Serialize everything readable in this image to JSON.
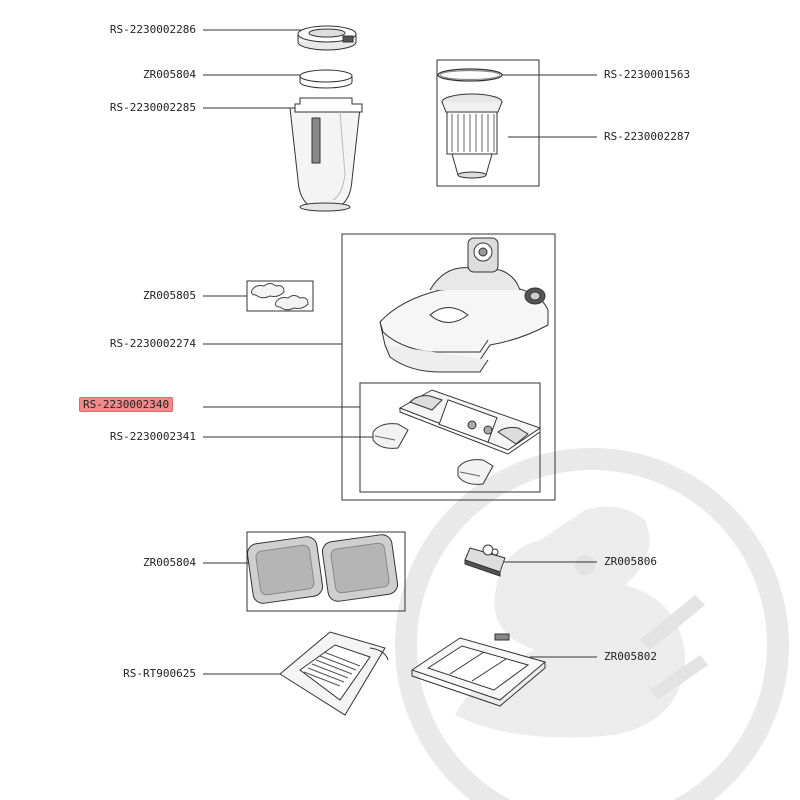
{
  "diagram": {
    "watermark_color": "#e7e7e7",
    "line_color": "#333333",
    "highlight_color": "#f28a8a",
    "labels": {
      "l1": "RS-2230002286",
      "l2": "ZR005804",
      "l3": "RS-2230002285",
      "l4": "ZR005805",
      "l5": "RS-2230002274",
      "l6": "RS-2230002340",
      "l7": "RS-2230002341",
      "l8": "ZR005804",
      "l9": "RS-RT900625",
      "r1": "RS-2230001563",
      "r2": "RS-2230002287",
      "r3": "ZR005806",
      "r4": "ZR005802"
    },
    "selected_part": "RS-2230002340"
  }
}
